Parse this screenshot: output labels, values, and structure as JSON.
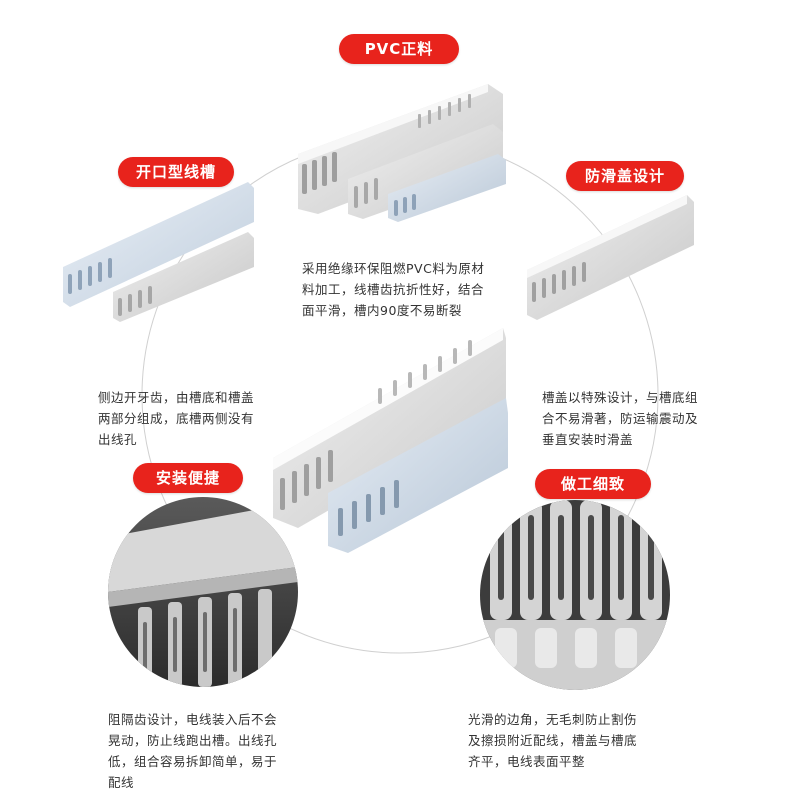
{
  "labels": {
    "pvc": "PVC正料",
    "open": "开口型线槽",
    "antislip": "防滑盖设计",
    "install": "安装便捷",
    "craft": "做工细致"
  },
  "descriptions": {
    "pvc": [
      "采用绝缘环保阻燃PVC料为原材",
      "料加工，线槽齿抗折性好，结合",
      "面平滑，槽内90度不易断裂"
    ],
    "open": [
      "侧边开牙齿，由槽底和槽盖",
      "两部分组成，底槽两侧没有",
      "出线孔"
    ],
    "antislip": [
      "槽盖以特殊设计，与槽底组",
      "合不易滑著，防运输震动及",
      "垂直安装时滑盖"
    ],
    "install": [
      "阻隔齿设计，电线装入后不会",
      "晃动，防止线跑出槽。出线孔",
      "低，组合容易拆卸简单，易于",
      "配线"
    ],
    "craft": [
      "光滑的边角，无毛刺防止割伤",
      "及擦损附近配线，槽盖与槽底",
      "齐平，电线表面平整"
    ]
  },
  "colors": {
    "accent": "#e8231c",
    "trunking_grey": "#dcdcdc",
    "trunking_blue": "#cfdbe8",
    "ring": "#cccccc"
  }
}
